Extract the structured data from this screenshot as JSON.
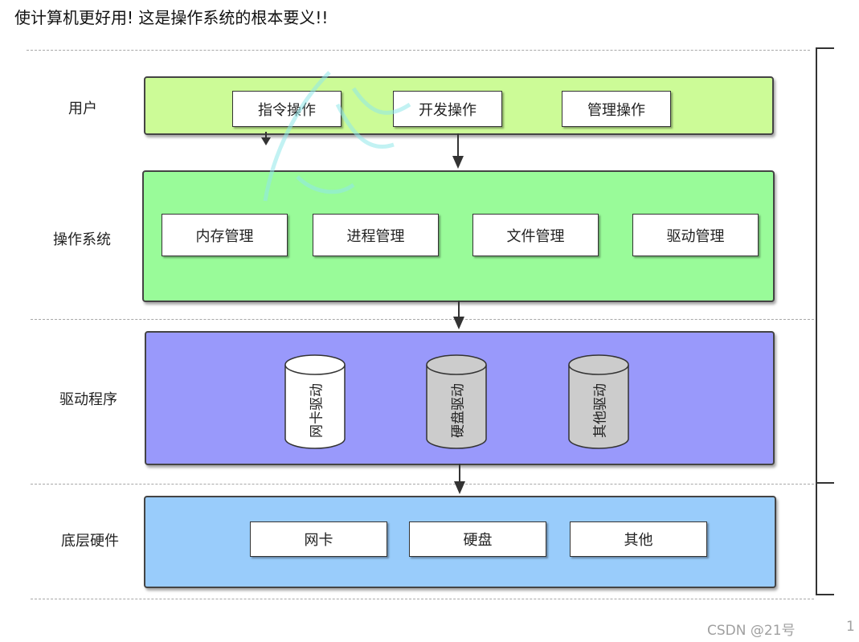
{
  "header": {
    "text": "使计算机更好用! 这是操作系统的根本要义!!"
  },
  "rows": {
    "user": {
      "label": "用户",
      "items": [
        "指令操作",
        "开发操作",
        "管理操作"
      ]
    },
    "os": {
      "label": "操作系统",
      "items": [
        "内存管理",
        "进程管理",
        "文件管理",
        "驱动管理"
      ]
    },
    "drivers": {
      "label": "驱动程序",
      "items": [
        "网卡驱动",
        "硬盘驱动",
        "其他驱动"
      ]
    },
    "hardware": {
      "label": "底层硬件",
      "items": [
        "网卡",
        "硬盘",
        "其他"
      ]
    }
  },
  "footer": {
    "brand": "CSDN @21号",
    "page": "1"
  },
  "colors": {
    "user_layer": "#ccfb97",
    "os_layer": "#99fb99",
    "drivers_layer": "#9999fb",
    "hardware_layer": "#99ccfb",
    "cyl_white": "#ffffff",
    "cyl_gray": "#cccccc"
  }
}
